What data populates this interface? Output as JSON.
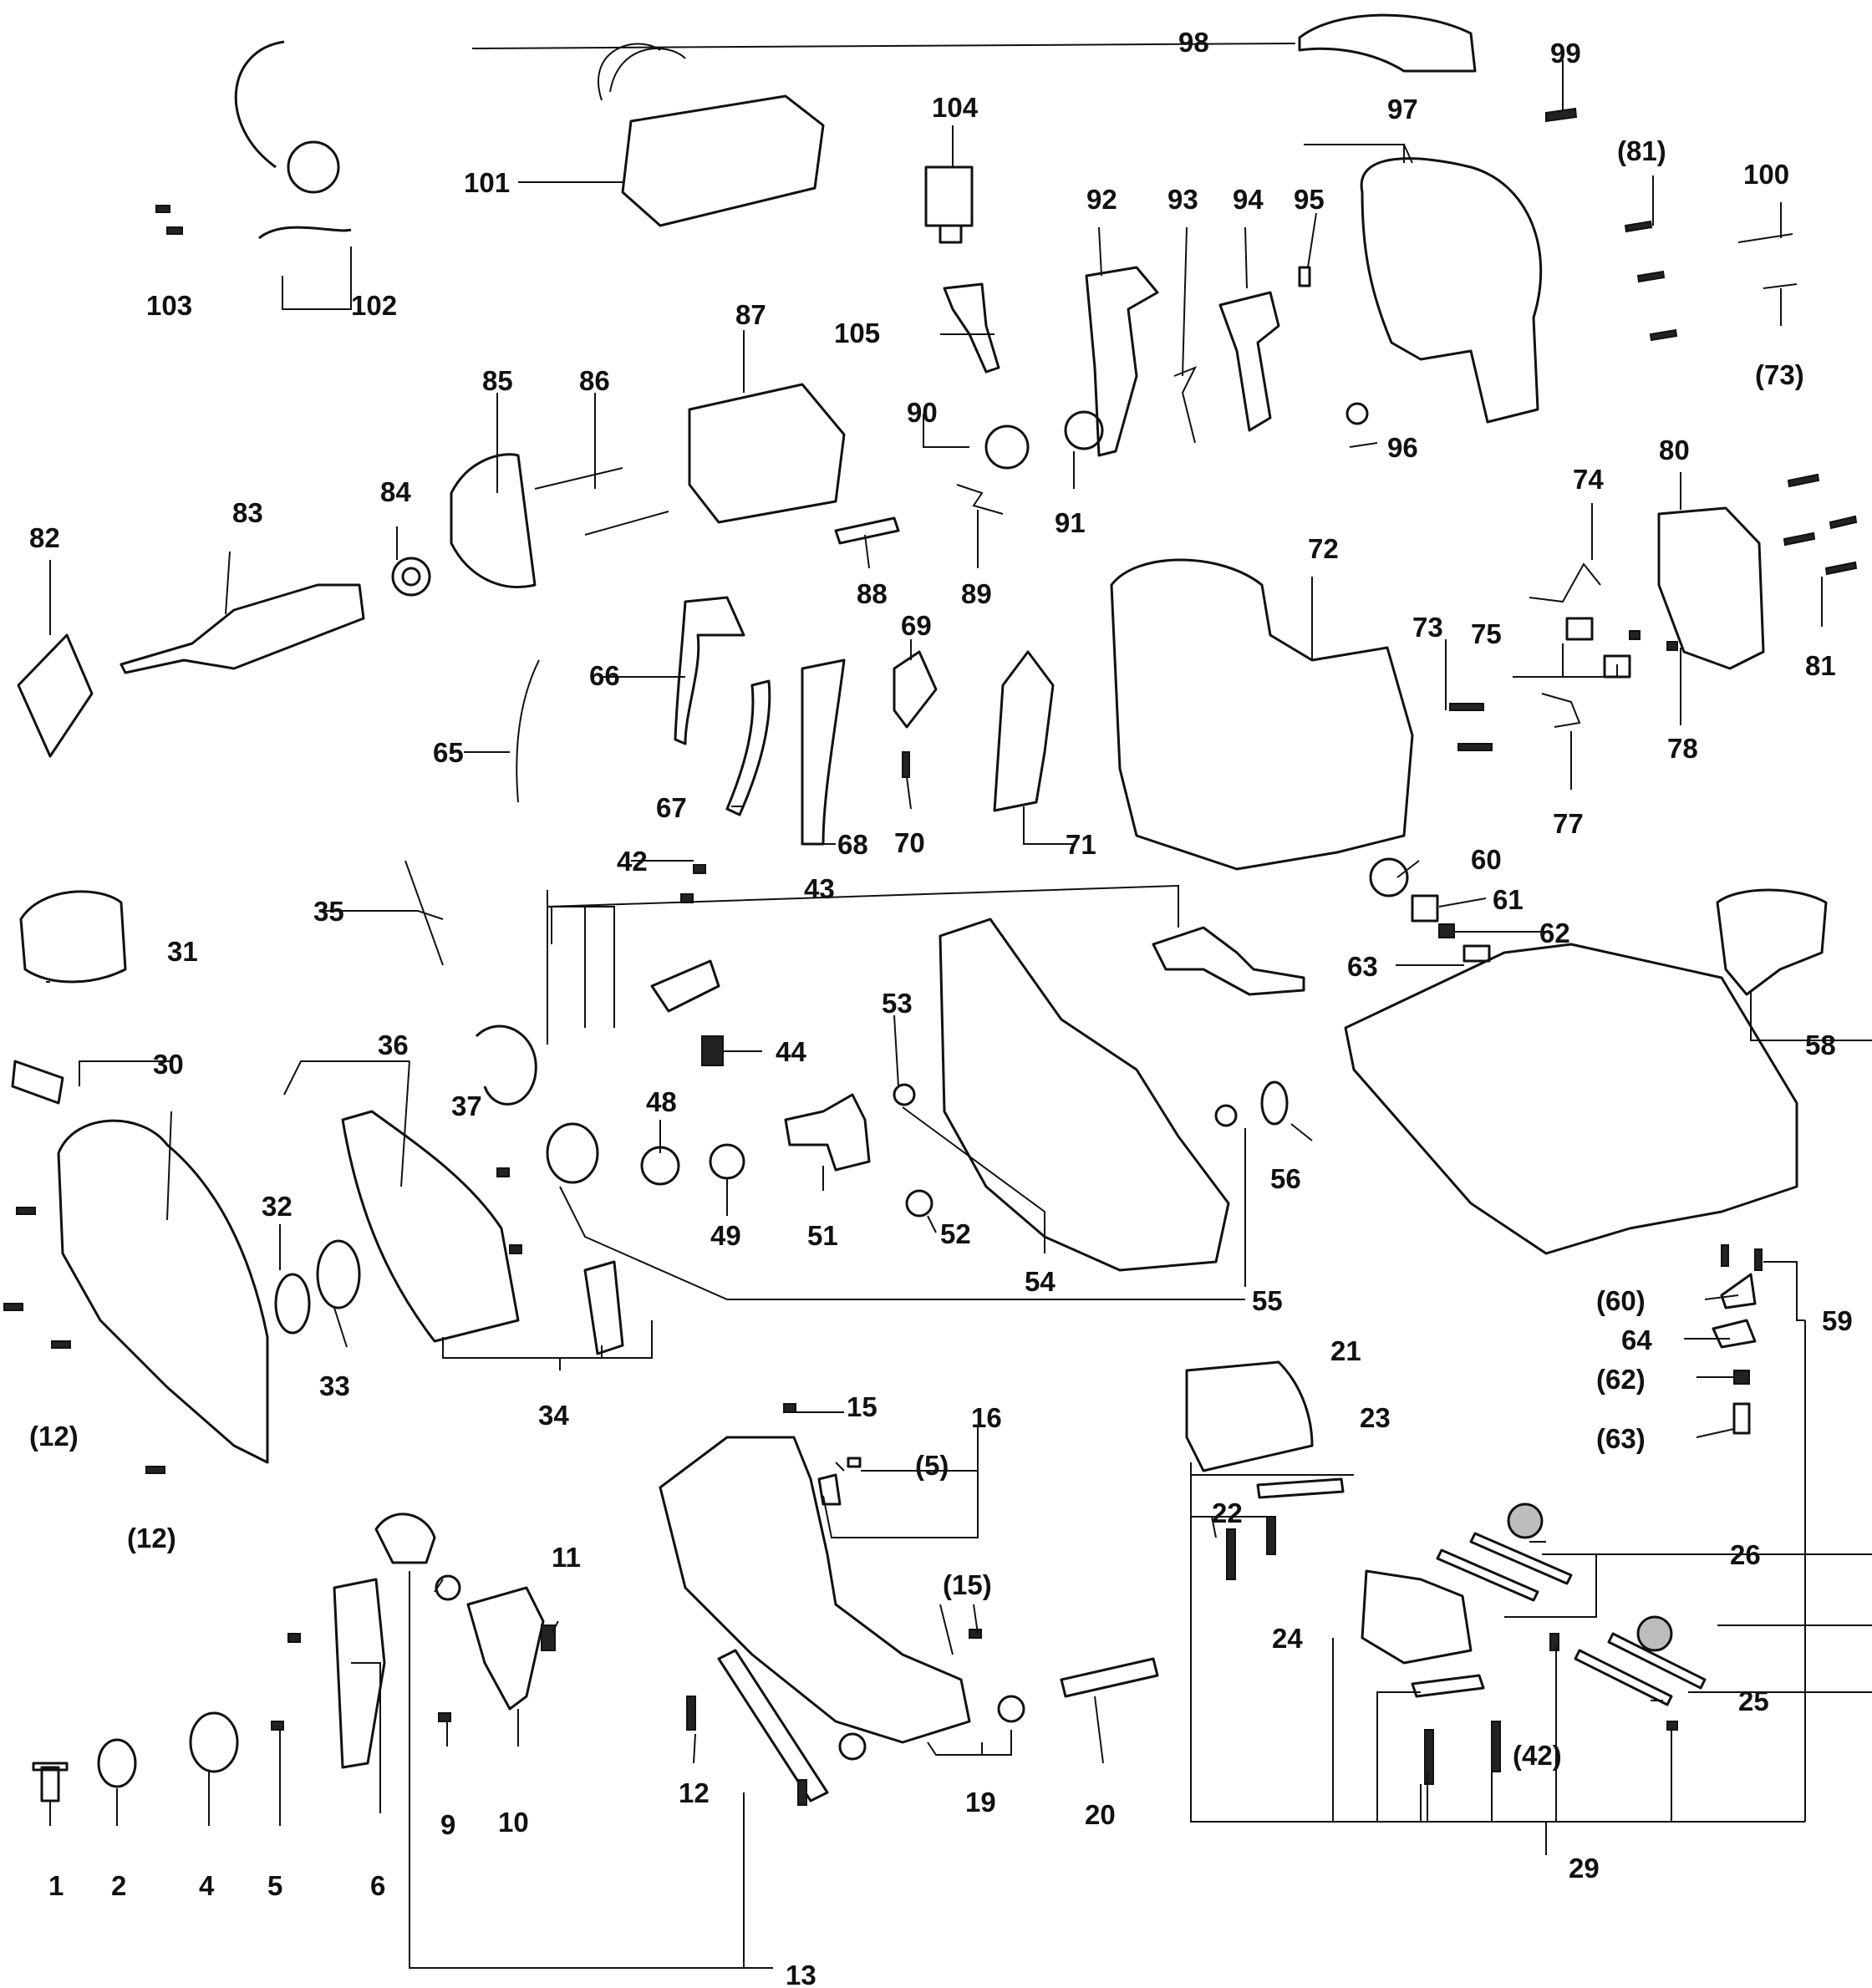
{
  "labels": {
    "p1": "1",
    "p2": "2",
    "p4": "4",
    "p5": "5",
    "p6": "6",
    "p9": "9",
    "p10": "10",
    "p11": "11",
    "p12a": "12",
    "p12b": "(12)",
    "p12c": "(12)",
    "p13": "13",
    "p15a": "15",
    "p15b": "(15)",
    "p16": "16",
    "p5b": "(5)",
    "p19": "19",
    "p20": "20",
    "p21": "21",
    "p22": "22",
    "p23": "23",
    "p24": "24",
    "p25": "25",
    "p26": "26",
    "p29": "29",
    "p30": "30",
    "p31": "31",
    "p32": "32",
    "p33": "33",
    "p34": "34",
    "p35": "35",
    "p36": "36",
    "p37": "37",
    "p42a": "42",
    "p42b": "(42)",
    "p43": "43",
    "p44": "44",
    "p48": "48",
    "p49": "49",
    "p51": "51",
    "p52": "52",
    "p53": "53",
    "p54": "54",
    "p55": "55",
    "p56": "56",
    "p58": "58",
    "p59": "59",
    "p60a": "60",
    "p60b": "(60)",
    "p61": "61",
    "p62a": "62",
    "p62b": "(62)",
    "p63a": "63",
    "p63b": "(63)",
    "p64": "64",
    "p65": "65",
    "p66": "66",
    "p67": "67",
    "p68": "68",
    "p69": "69",
    "p70": "70",
    "p71": "71",
    "p72": "72",
    "p73a": "73",
    "p73b": "(73)",
    "p74": "74",
    "p75": "75",
    "p77": "77",
    "p78": "78",
    "p80": "80",
    "p81a": "81",
    "p81b": "(81)",
    "p82": "82",
    "p83": "83",
    "p84": "84",
    "p85": "85",
    "p86": "86",
    "p87": "87",
    "p88": "88",
    "p89": "89",
    "p90": "90",
    "p91": "91",
    "p92": "92",
    "p93": "93",
    "p94": "94",
    "p95": "95",
    "p96": "96",
    "p97": "97",
    "p98": "98",
    "p99": "99",
    "p100": "100",
    "p101": "101",
    "p102": "102",
    "p103": "103",
    "p104": "104",
    "p105": "105"
  }
}
